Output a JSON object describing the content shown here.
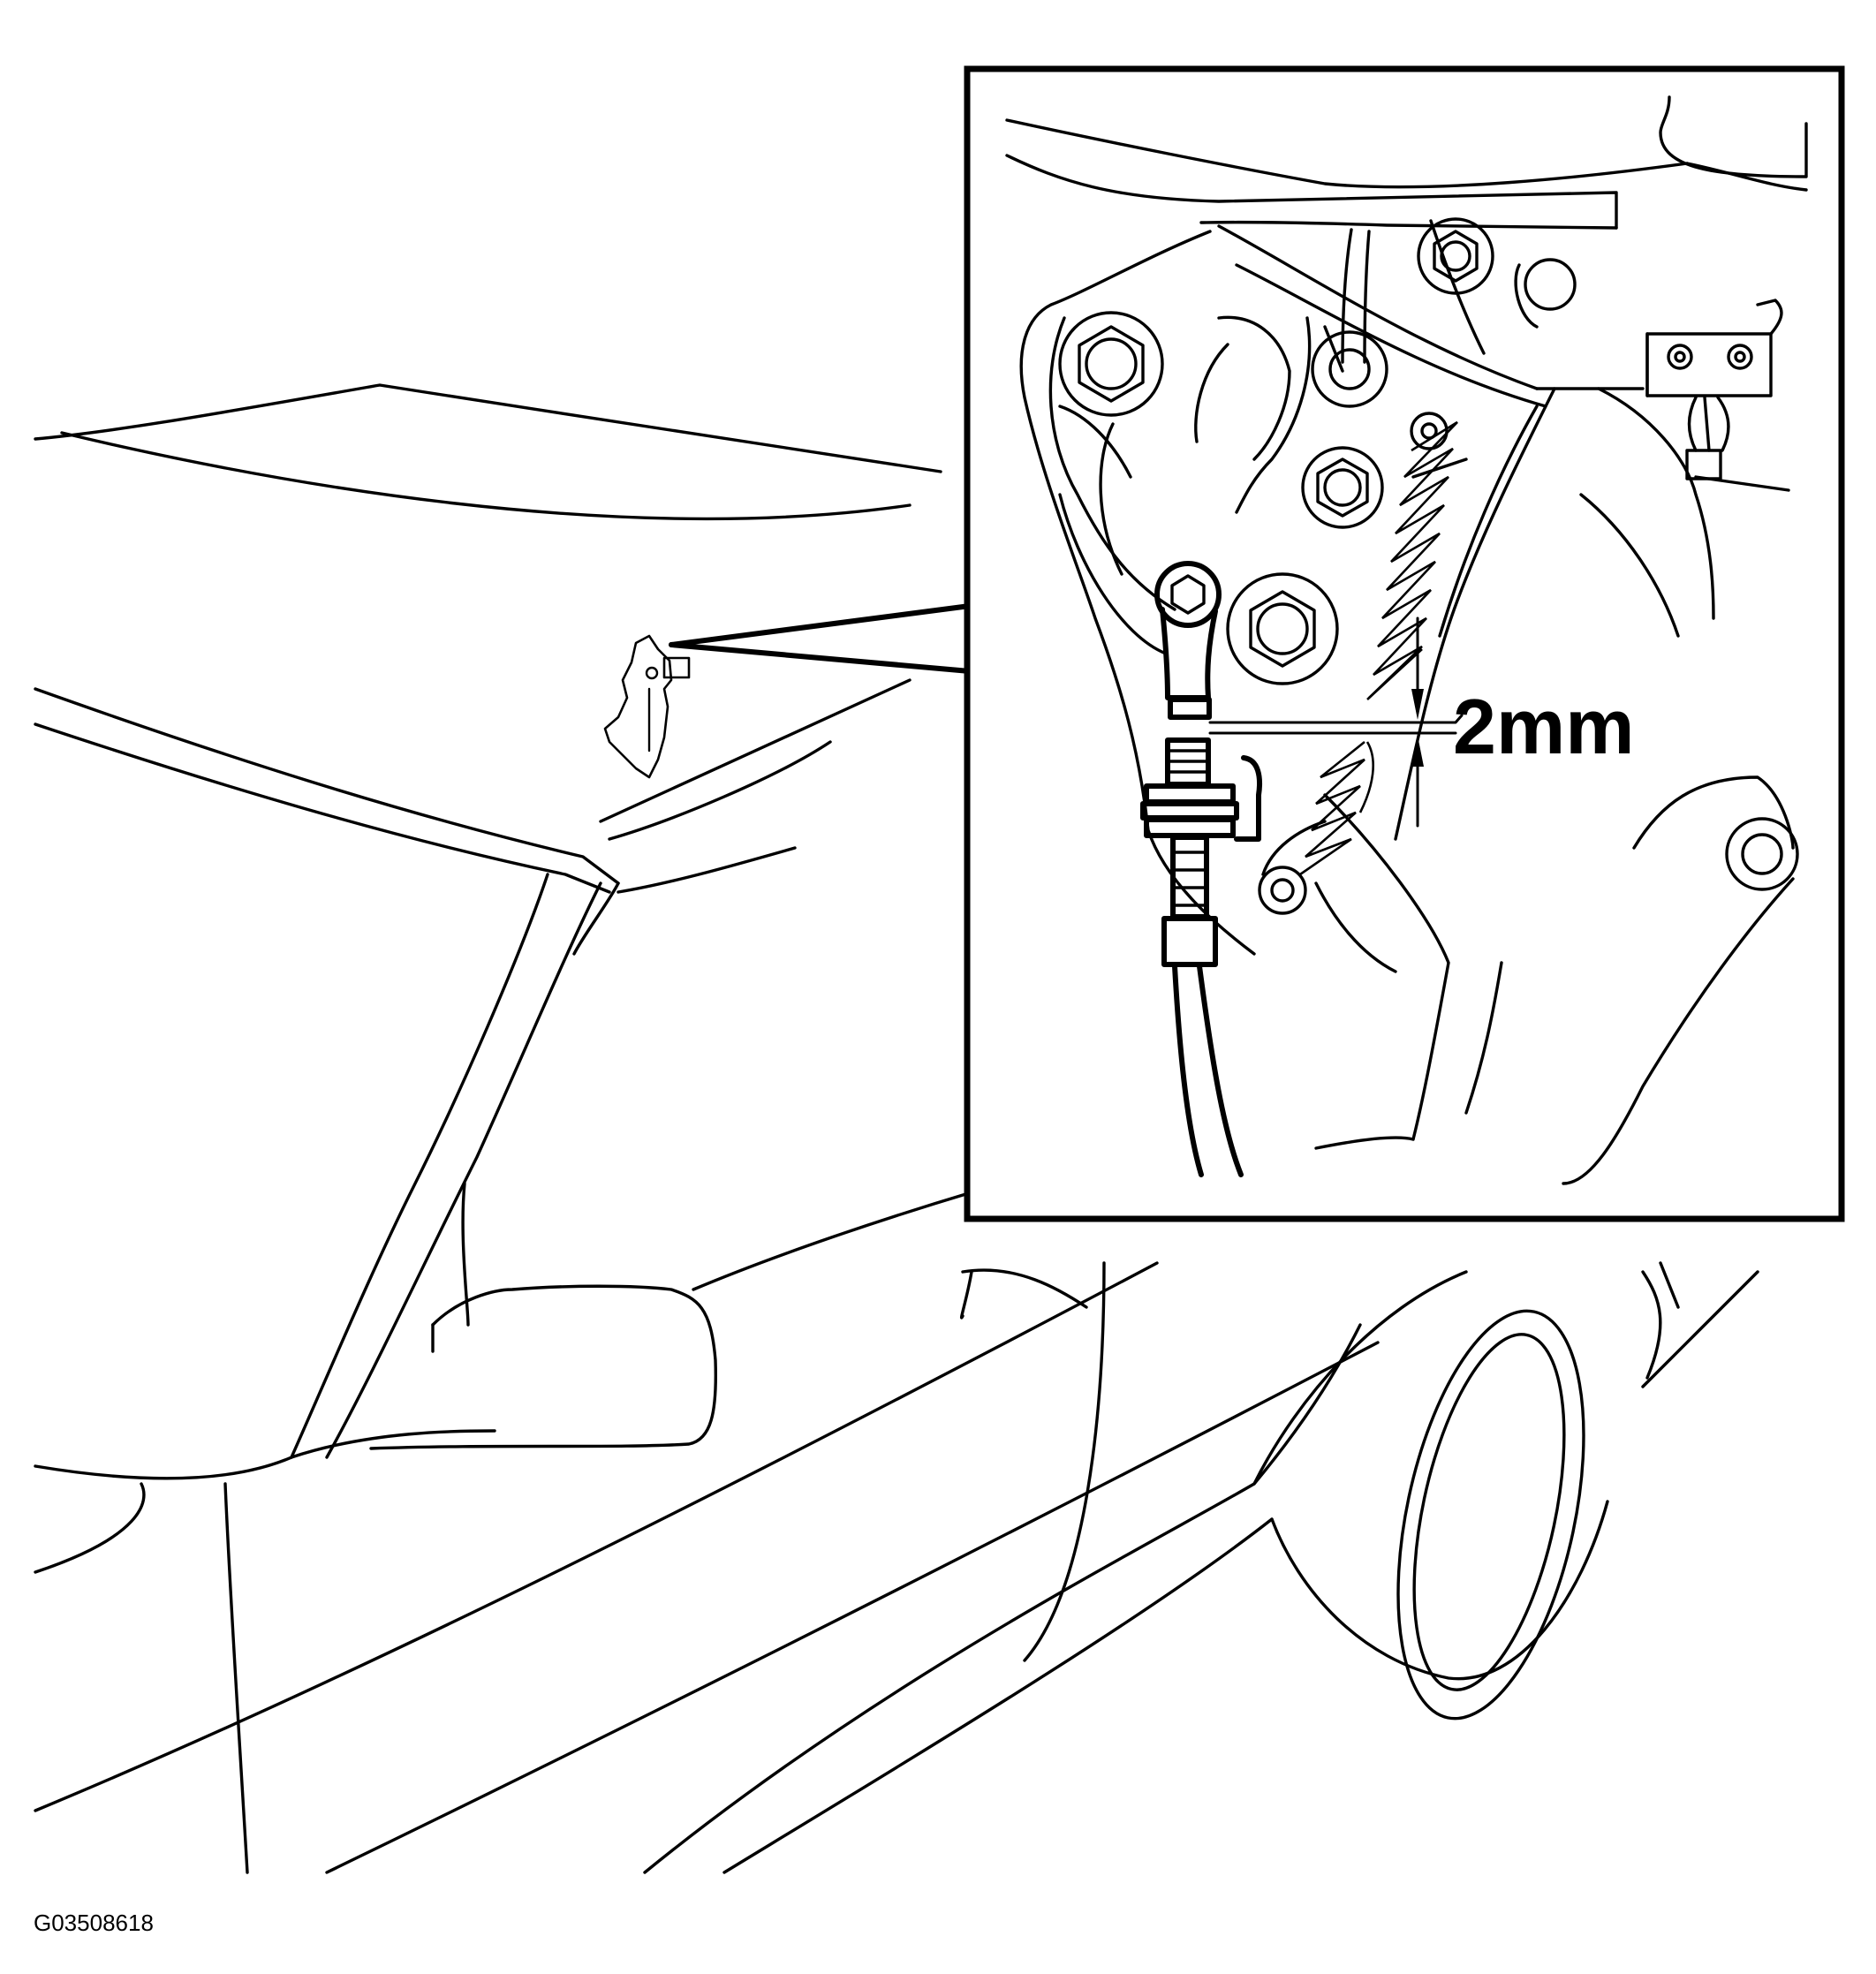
{
  "figure": {
    "dimension_label": "2mm",
    "figure_id": "G03508618"
  },
  "colors": {
    "line": "#000000",
    "background": "#ffffff"
  },
  "icons": [
    "hood-latch-icon",
    "callout-pointer",
    "dimension-arrow-icon"
  ]
}
